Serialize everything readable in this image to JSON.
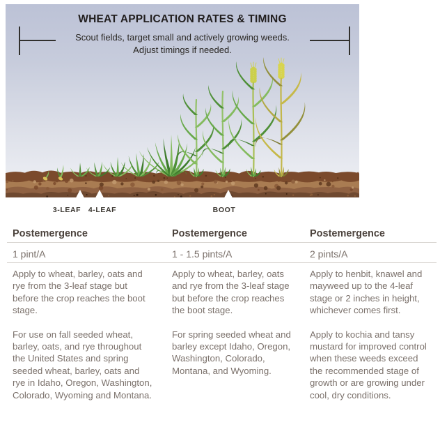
{
  "header": {
    "title": "WHEAT APPLICATION RATES & TIMING",
    "subtitle_line1": "Scout fields, target small and actively growing weeds.",
    "subtitle_line2": "Adjust timings if needed."
  },
  "illustration": {
    "stage_labels": [
      {
        "label": "3-LEAF"
      },
      {
        "label": "4-LEAF"
      },
      {
        "label": "BOOT"
      }
    ]
  },
  "table": {
    "columns": [
      {
        "header": "Postemergence",
        "rate": "1 pint/A",
        "paragraphs": [
          "Apply to wheat, barley, oats and rye from the 3-leaf stage but before the crop reaches the boot stage.",
          "For use on fall seeded wheat, barley, oats, and rye throughout the United States and spring seeded wheat, barley, oats and rye in Idaho, Oregon, Washington, Colorado, Wyoming and Montana."
        ]
      },
      {
        "header": "Postemergence",
        "rate": "1 - 1.5 pints/A",
        "paragraphs": [
          "Apply to wheat, barley, oats and rye from the 3-leaf stage but before the crop reaches the boot stage.",
          "For spring seeded wheat and barley except Idaho, Oregon, Washington, Colorado, Montana, and Wyoming."
        ]
      },
      {
        "header": "Postemergence",
        "rate": "2 pints/A",
        "paragraphs": [
          "Apply to henbit, knawel and mayweed up to the 4-leaf stage or 2 inches in height, whichever comes first.",
          "Apply to kochia and tansy mustard for improved control when these weeds exceed the recommended stage of growth or are growing under cool, dry conditions."
        ]
      }
    ]
  },
  "colors": {
    "sky_top": "#bcc2d6",
    "sky_bottom": "#f0f1f5",
    "soil_light": "#a97c52",
    "soil_crust": "#7b4a2c",
    "soil_mid": "#8f6142",
    "soil_dark": "#6f4930",
    "plant_green_light": "#84bb5e",
    "plant_green": "#68a94b",
    "plant_green_dark": "#4f9038",
    "plant_green_deep": "#3f7d2d",
    "stem_green": "#93c169",
    "mature_yellow": "#c6b948",
    "mature_olive": "#93903c",
    "head_yellow": "#d8d44e",
    "seed_yellow": "#d9c25a",
    "text_dark": "#4c433d",
    "text_body": "#7b716b",
    "rule": "#d9d5d1"
  }
}
